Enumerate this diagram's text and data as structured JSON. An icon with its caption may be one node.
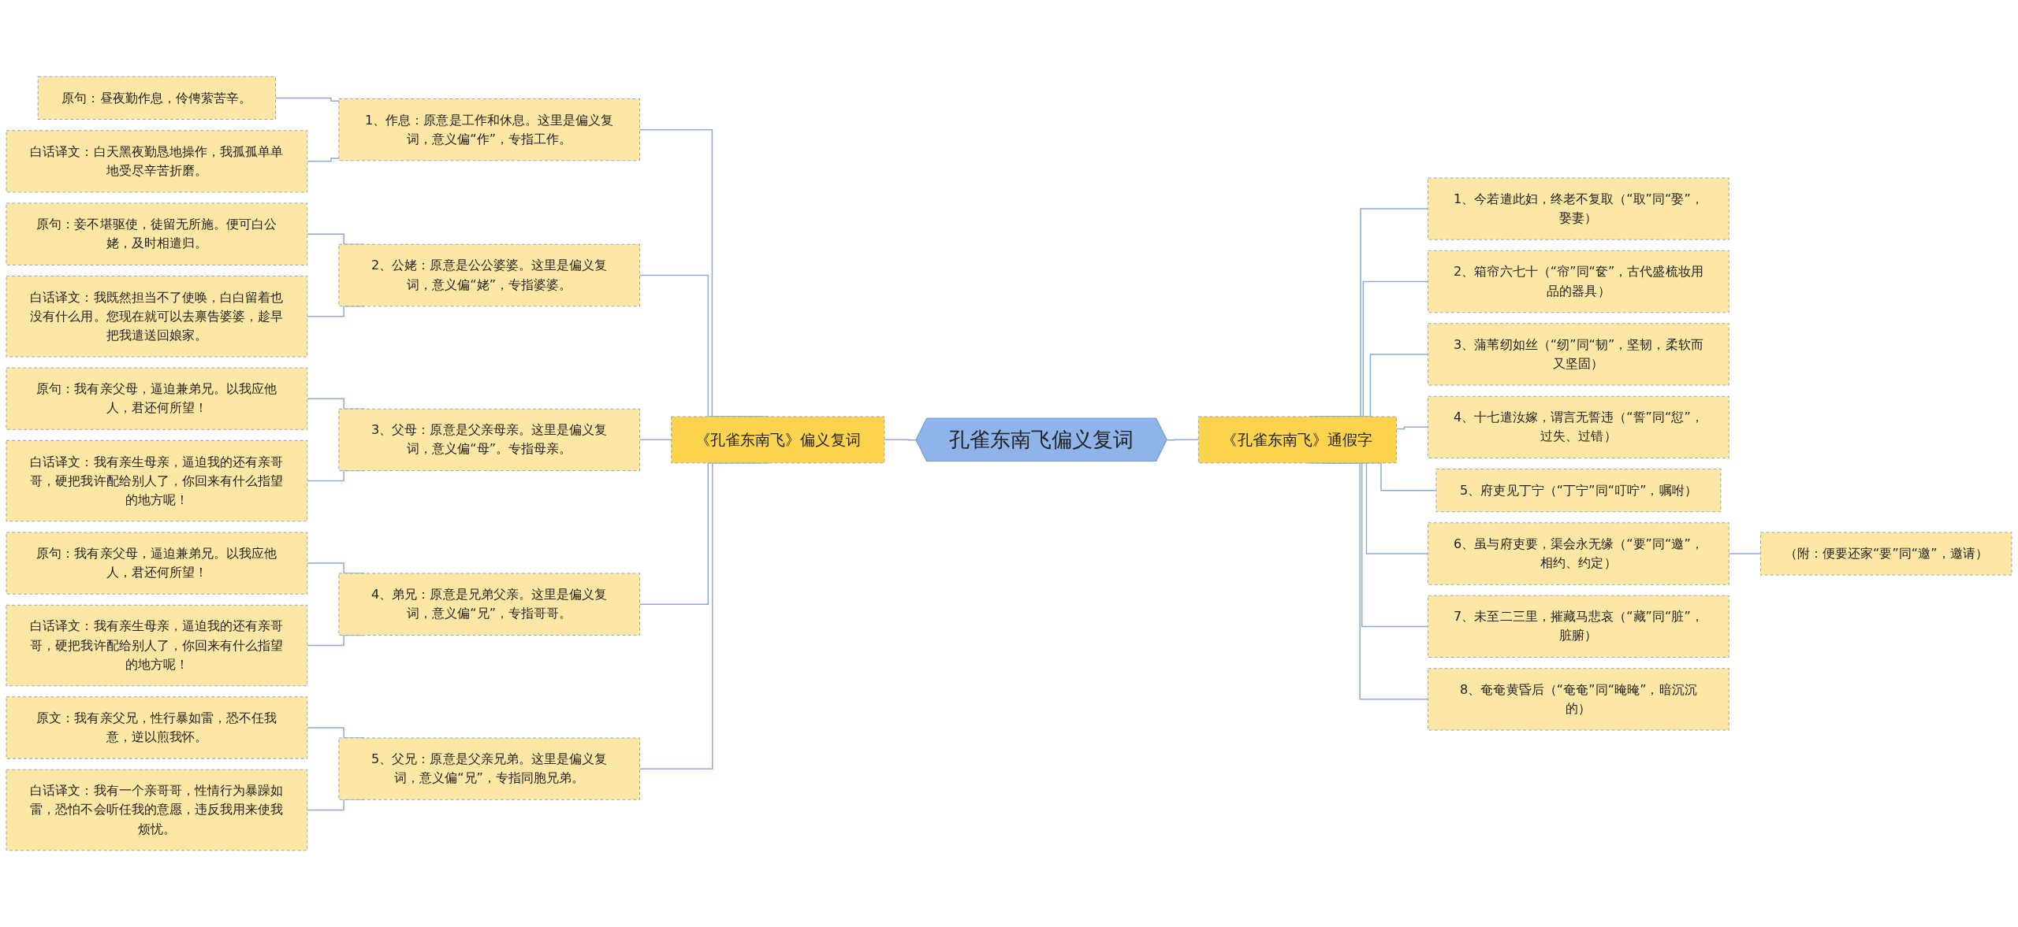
{
  "diagram": {
    "nodes": [
      {
        "text": [
          "孔雀东南飞偏义复词"
        ]
      },
      {
        "text": [
          "《孔雀东南飞》偏义复词"
        ]
      },
      {
        "text": [
          "1、作息：原意是工作和休息。这里是偏义复词，意义偏“作”，专指工作。"
        ]
      },
      {
        "text": [
          "原句：昼夜勤作息，伶俜萦苦辛。"
        ]
      },
      {
        "text": [
          "白话译文：白天黑夜勤恳地操作，我孤孤单单地受尽辛苦折磨。"
        ]
      },
      {
        "text": [
          "2、公姥：原意是公公婆婆。这里是偏义复词，意义偏“姥”，专指婆婆。"
        ]
      },
      {
        "text": [
          "原句：妾不堪驱使，徒留无所施。便可白公姥，及时相遣归。"
        ]
      },
      {
        "text": [
          "白话译文：我既然担当不了使唤，白白留着也没有什么用。您现在就可以去禀告婆婆，趁早把我遣送回娘家。"
        ]
      },
      {
        "text": [
          "3、父母：原意是父亲母亲。这里是偏义复词，意义偏“母”。专指母亲。"
        ]
      },
      {
        "text": [
          "原句：我有亲父母，逼迫兼弟兄。以我应他人，君还何所望！"
        ]
      },
      {
        "text": [
          "白话译文：我有亲生母亲，逼迫我的还有亲哥哥，硬把我许配给别人了，你回来有什么指望的地方呢！"
        ]
      },
      {
        "text": [
          "4、弟兄：原意是兄弟父亲。这里是偏义复词，意义偏“兄”，专指哥哥。"
        ]
      },
      {
        "text": [
          "原句：我有亲父母，逼迫兼弟兄。以我应他人，君还何所望！"
        ]
      },
      {
        "text": [
          "白话译文：我有亲生母亲，逼迫我的还有亲哥哥，硬把我许配给别人了，你回来有什么指望的地方呢！"
        ]
      },
      {
        "text": [
          "5、父兄：原意是父亲兄弟。这里是偏义复词，意义偏“兄”，专指同胞兄弟。"
        ]
      },
      {
        "text": [
          "原文：我有亲父兄，性行暴如雷，恐不任我意，逆以煎我怀。"
        ]
      },
      {
        "text": [
          "白话译文：我有一个亲哥哥，性情行为暴躁如雷，恐怕不会听任我的意愿，违反我用来使我烦忧。"
        ]
      },
      {
        "text": [
          "《孔雀东南飞》通假字"
        ]
      },
      {
        "text": [
          "1、今若遣此妇，终老不复取（“取”同“娶”，娶妻）"
        ]
      },
      {
        "text": [
          "2、箱帘六七十（“帘”同“奁”，古代盛梳妆用品的器具）"
        ]
      },
      {
        "text": [
          "3、蒲苇纫如丝（“纫”同“韧”，坚韧，柔软而又坚固）"
        ]
      },
      {
        "text": [
          "4、十七遣汝嫁，谓言无誓违（“誓”同“愆”，过失、过错）"
        ]
      },
      {
        "text": [
          "5、府吏见丁宁（“丁宁”同“叮咛”，嘱咐）"
        ]
      },
      {
        "text": [
          "6、虽与府吏要，渠会永无缘（“要”同“邀”，相约、约定）"
        ]
      },
      {
        "text": [
          "7、未至二三里，摧藏马悲哀（“藏”同“脏”，脏腑）"
        ]
      },
      {
        "text": [
          "8、奄奄黄昏后（“奄奄”同“晻晻”，暗沉沉的）"
        ]
      },
      {
        "text": [
          "（附：便要还家“要”同“邀”，邀请）"
        ]
      }
    ],
    "edges": [
      {
        "from": 1,
        "to": 0,
        "arrow": "none"
      },
      {
        "from": 2,
        "to": 1,
        "arrow": "none"
      },
      {
        "from": 3,
        "to": 2,
        "arrow": "none"
      },
      {
        "from": 4,
        "to": 2,
        "arrow": "none"
      },
      {
        "from": 5,
        "to": 1,
        "arrow": "none"
      },
      {
        "from": 6,
        "to": 5,
        "arrow": "none"
      },
      {
        "from": 7,
        "to": 5,
        "arrow": "none"
      },
      {
        "from": 8,
        "to": 1,
        "arrow": "none"
      },
      {
        "from": 9,
        "to": 8,
        "arrow": "none"
      },
      {
        "from": 10,
        "to": 8,
        "arrow": "none"
      },
      {
        "from": 11,
        "to": 1,
        "arrow": "none"
      },
      {
        "from": 12,
        "to": 11,
        "arrow": "none"
      },
      {
        "from": 13,
        "to": 11,
        "arrow": "none"
      },
      {
        "from": 14,
        "to": 1,
        "arrow": "none"
      },
      {
        "from": 15,
        "to": 14,
        "arrow": "none"
      },
      {
        "from": 16,
        "to": 14,
        "arrow": "none"
      },
      {
        "from": 0,
        "to": 17,
        "arrow": "none"
      },
      {
        "from": 17,
        "to": 18,
        "arrow": "none"
      },
      {
        "from": 17,
        "to": 19,
        "arrow": "none"
      },
      {
        "from": 17,
        "to": 20,
        "arrow": "none"
      },
      {
        "from": 17,
        "to": 21,
        "arrow": "none"
      },
      {
        "from": 17,
        "to": 22,
        "arrow": "none"
      },
      {
        "from": 17,
        "to": 23,
        "arrow": "none"
      },
      {
        "from": 23,
        "to": 26,
        "arrow": "none"
      },
      {
        "from": 17,
        "to": 24,
        "arrow": "none"
      },
      {
        "from": 17,
        "to": 25,
        "arrow": "none"
      }
    ]
  }
}
